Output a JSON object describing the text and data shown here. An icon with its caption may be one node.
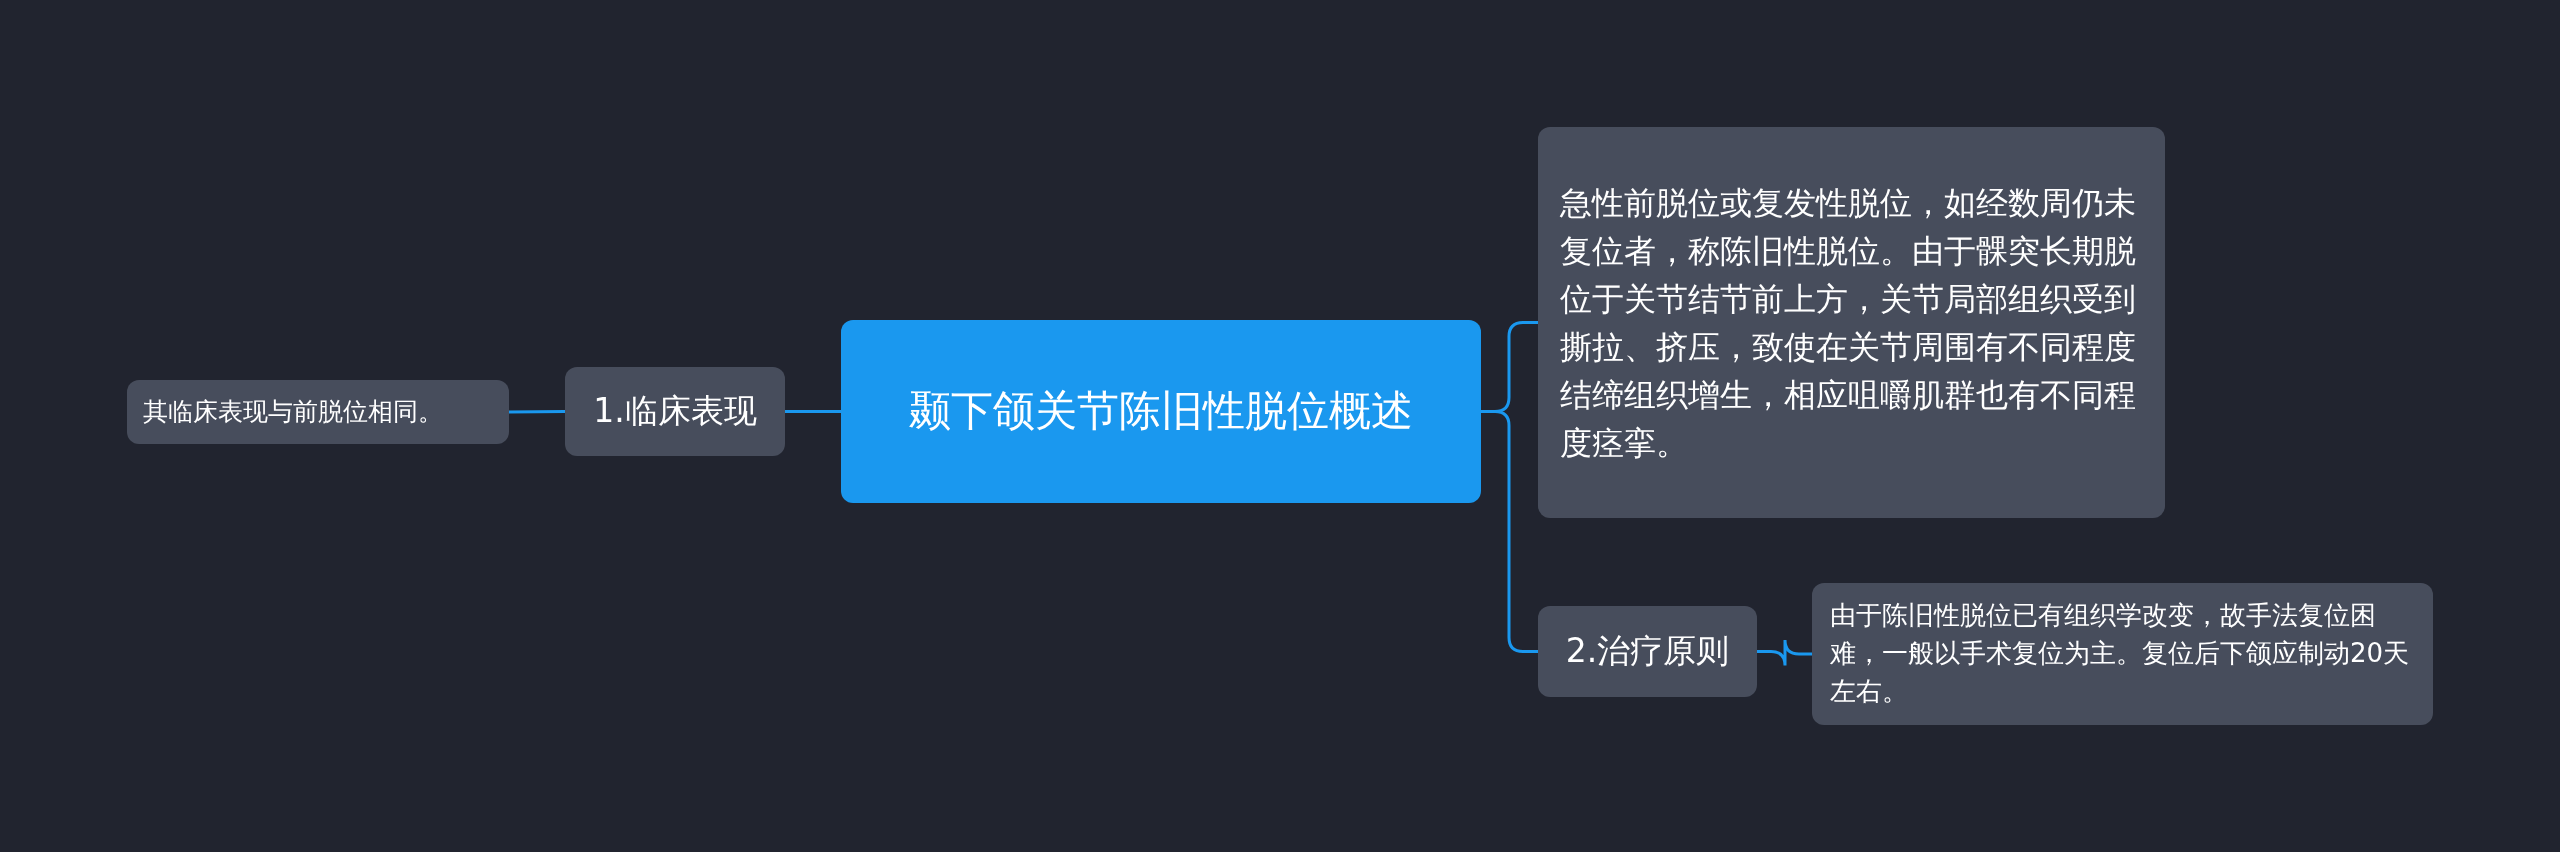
{
  "diagram": {
    "nodes": [
      {
        "text": [
          "颞下颌关节陈旧性脱位概述"
        ]
      },
      {
        "text": [
          "1.临床表现"
        ]
      },
      {
        "text": [
          "其临床表现与前脱位相同。"
        ]
      },
      {
        "text": [
          "急性前脱位或复发性脱位，如经数周仍未复位者，称陈旧性脱位。由于髁突长期脱位于关节结节前上方，关节局部组织受到撕拉、挤压，致使在关节周围有不同程度结缔组织增生，相应咀嚼肌群也有不同程度痉挛。"
        ]
      },
      {
        "text": [
          "2.治疗原则"
        ]
      },
      {
        "text": [
          "由于陈旧性脱位已有组织学改变，故手法复位困难，一般以手术复位为主。复位后下颌应制动20天左右。"
        ]
      }
    ],
    "edges": [
      {
        "from": 0,
        "to": 1,
        "arrow": "none"
      },
      {
        "from": 1,
        "to": 2,
        "arrow": "none"
      },
      {
        "from": 0,
        "to": 3,
        "arrow": "none"
      },
      {
        "from": 0,
        "to": 4,
        "arrow": "none"
      },
      {
        "from": 4,
        "to": 5,
        "arrow": "none"
      }
    ]
  }
}
